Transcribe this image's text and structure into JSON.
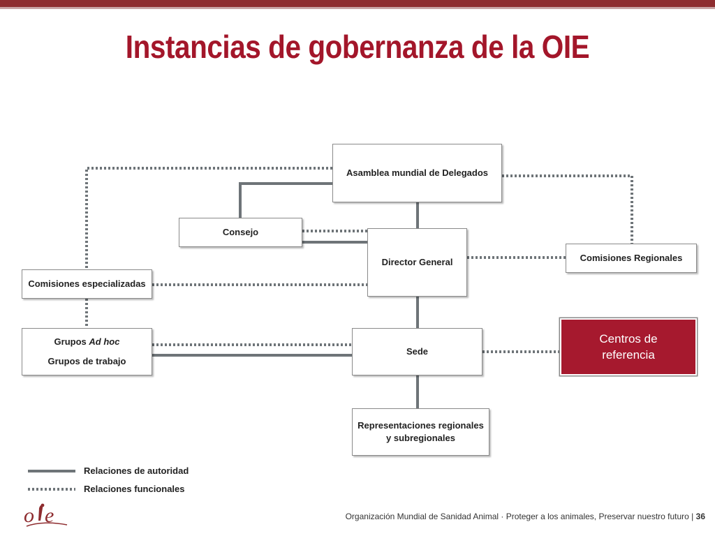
{
  "title": "Instancias de gobernanza de la OIE",
  "boxes": {
    "asamblea": "Asamblea mundial de Delegados",
    "consejo": "Consejo",
    "director": "Director General",
    "comisiones_regionales": "Comisiones Regionales",
    "comisiones_especializadas": "Comisiones especializadas",
    "grupos_prefix": "Grupos ",
    "grupos_italic": "Ad hoc",
    "grupos_trabajo": "Grupos de trabajo",
    "sede": "Sede",
    "representaciones_line1": "Representaciones regionales",
    "representaciones_line2": "y subregionales",
    "centros_line1": "Centros de",
    "centros_line2": "referencia"
  },
  "legend": {
    "autoridad": "Relaciones de autoridad",
    "funcionales": "Relaciones funcionales"
  },
  "footer": {
    "text": "Organización Mundial de Sanidad Animal · Proteger a los animales, Preservar nuestro futuro | ",
    "page": "36"
  },
  "colors": {
    "accent": "#a3162a",
    "top_bar": "#8e2c2f",
    "centros_fill": "#a6192e",
    "solid_line": "#6e7478",
    "dotted_line": "#6e7478"
  }
}
